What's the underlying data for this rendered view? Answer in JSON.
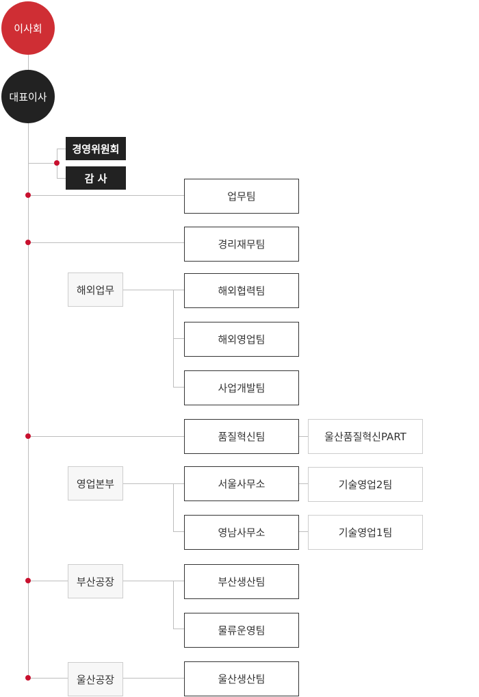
{
  "top": {
    "board": "이사회",
    "ceo": "대표이사"
  },
  "staff": {
    "management_committee": "경영위원회",
    "audit": "감 사"
  },
  "teams": {
    "business": "업무팀",
    "finance": "경리재무팀",
    "overseas_coop": "해외협력팀",
    "overseas_sales": "해외영업팀",
    "biz_dev": "사업개발팀",
    "quality": "품질혁신팀",
    "seoul": "서울사무소",
    "yeongnam": "영남사무소",
    "busan_prod": "부산생산팀",
    "logistics": "물류운영팀",
    "ulsan_prod": "울산생산팀"
  },
  "divisions": {
    "overseas": "해외업무",
    "sales": "영업본부",
    "busan_plant": "부산공장",
    "ulsan_plant": "울산공장"
  },
  "sub_units": {
    "ulsan_quality_part": "울산품질혁신PART",
    "tech_sales_2": "기술영업2팀",
    "tech_sales_1": "기술영업1팀"
  },
  "colors": {
    "board": "#cf2e34",
    "ceo": "#222222",
    "accent": "#c8102e",
    "line": "#bdbdbd"
  }
}
